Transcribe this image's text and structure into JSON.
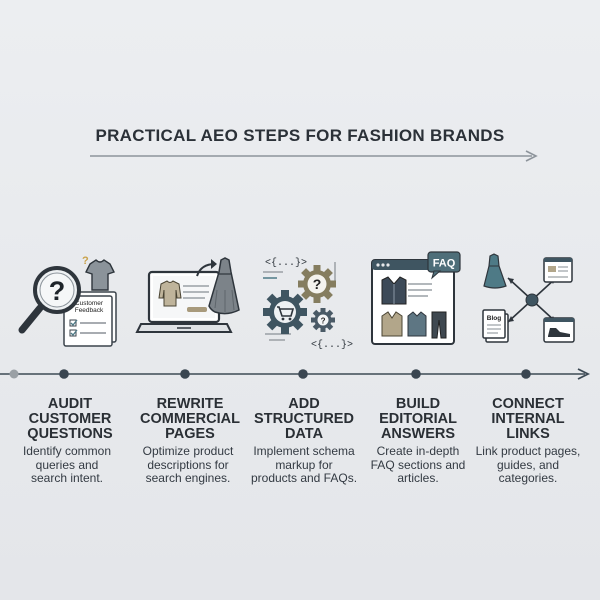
{
  "title": "PRACTICAL AEO STEPS FOR FASHION BRANDS",
  "colors": {
    "background": "#e9ebee",
    "ink": "#2b3138",
    "slate": "#3f5561",
    "teal": "#4e7a86",
    "timeline": "#3d4a55",
    "muted_dot": "#9aa0a5"
  },
  "steps": [
    {
      "title": "AUDIT\nCUSTOMER\nQUESTIONS",
      "description": "Identify common\nqueries and\nsearch intent.",
      "card_text": "Customer\nFeedback",
      "icons": [
        "magnifying-glass-icon",
        "question-mark-icon",
        "tshirt-icon",
        "checklist-icon"
      ]
    },
    {
      "title": "REWRITE\nCOMMERCIAL\nPAGES",
      "description": "Optimize product\ndescriptions for\nsearch engines.",
      "icons": [
        "laptop-icon",
        "sweater-icon",
        "dress-icon",
        "arrow-icon"
      ]
    },
    {
      "title": "ADD\nSTRUCTURED\nDATA",
      "description": "Implement schema\nmarkup for\nproducts and FAQs.",
      "code_top": "<{...}>",
      "code_bottom": "<{...}>",
      "icons": [
        "gear-icon",
        "cart-icon",
        "question-mark-icon",
        "code-icon"
      ]
    },
    {
      "title": "BUILD\nEDITORIAL\nANSWERS",
      "description": "Create in-depth\nFAQ sections and\narticles.",
      "badge": "FAQ",
      "icons": [
        "browser-window-icon",
        "jacket-icon",
        "pants-icon",
        "faq-bubble-icon"
      ]
    },
    {
      "title": "CONNECT\nINTERNAL\nLINKS",
      "description": "Link product pages,\nguides, and\ncategories.",
      "card_text": "Blog",
      "icons": [
        "dress-icon",
        "page-icon",
        "sneaker-icon",
        "hub-node-icon"
      ]
    }
  ]
}
